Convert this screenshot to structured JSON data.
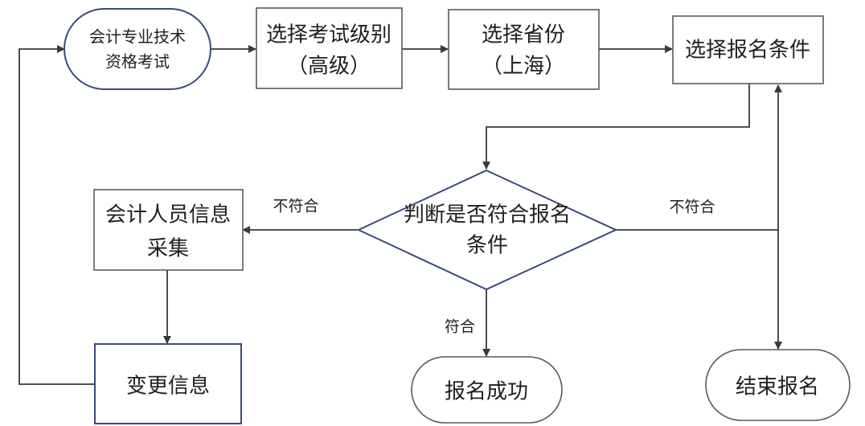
{
  "nodes": {
    "start": {
      "line1": "会计专业技术",
      "line2": "资格考试"
    },
    "level": {
      "line1": "选择考试级别",
      "line2": "（高级）"
    },
    "province": {
      "line1": "选择省份",
      "line2": "（上海）"
    },
    "conditions": {
      "line1": "选择报名条件"
    },
    "decision": {
      "line1": "判断是否符合报名",
      "line2": "条件"
    },
    "collect": {
      "line1": "会计人员信息",
      "line2": "采集"
    },
    "change": {
      "line1": "变更信息"
    },
    "success": {
      "line1": "报名成功"
    },
    "end": {
      "line1": "结束报名"
    }
  },
  "edge_labels": {
    "not_match_left": "不符合",
    "not_match_right": "不符合",
    "match": "符合"
  }
}
